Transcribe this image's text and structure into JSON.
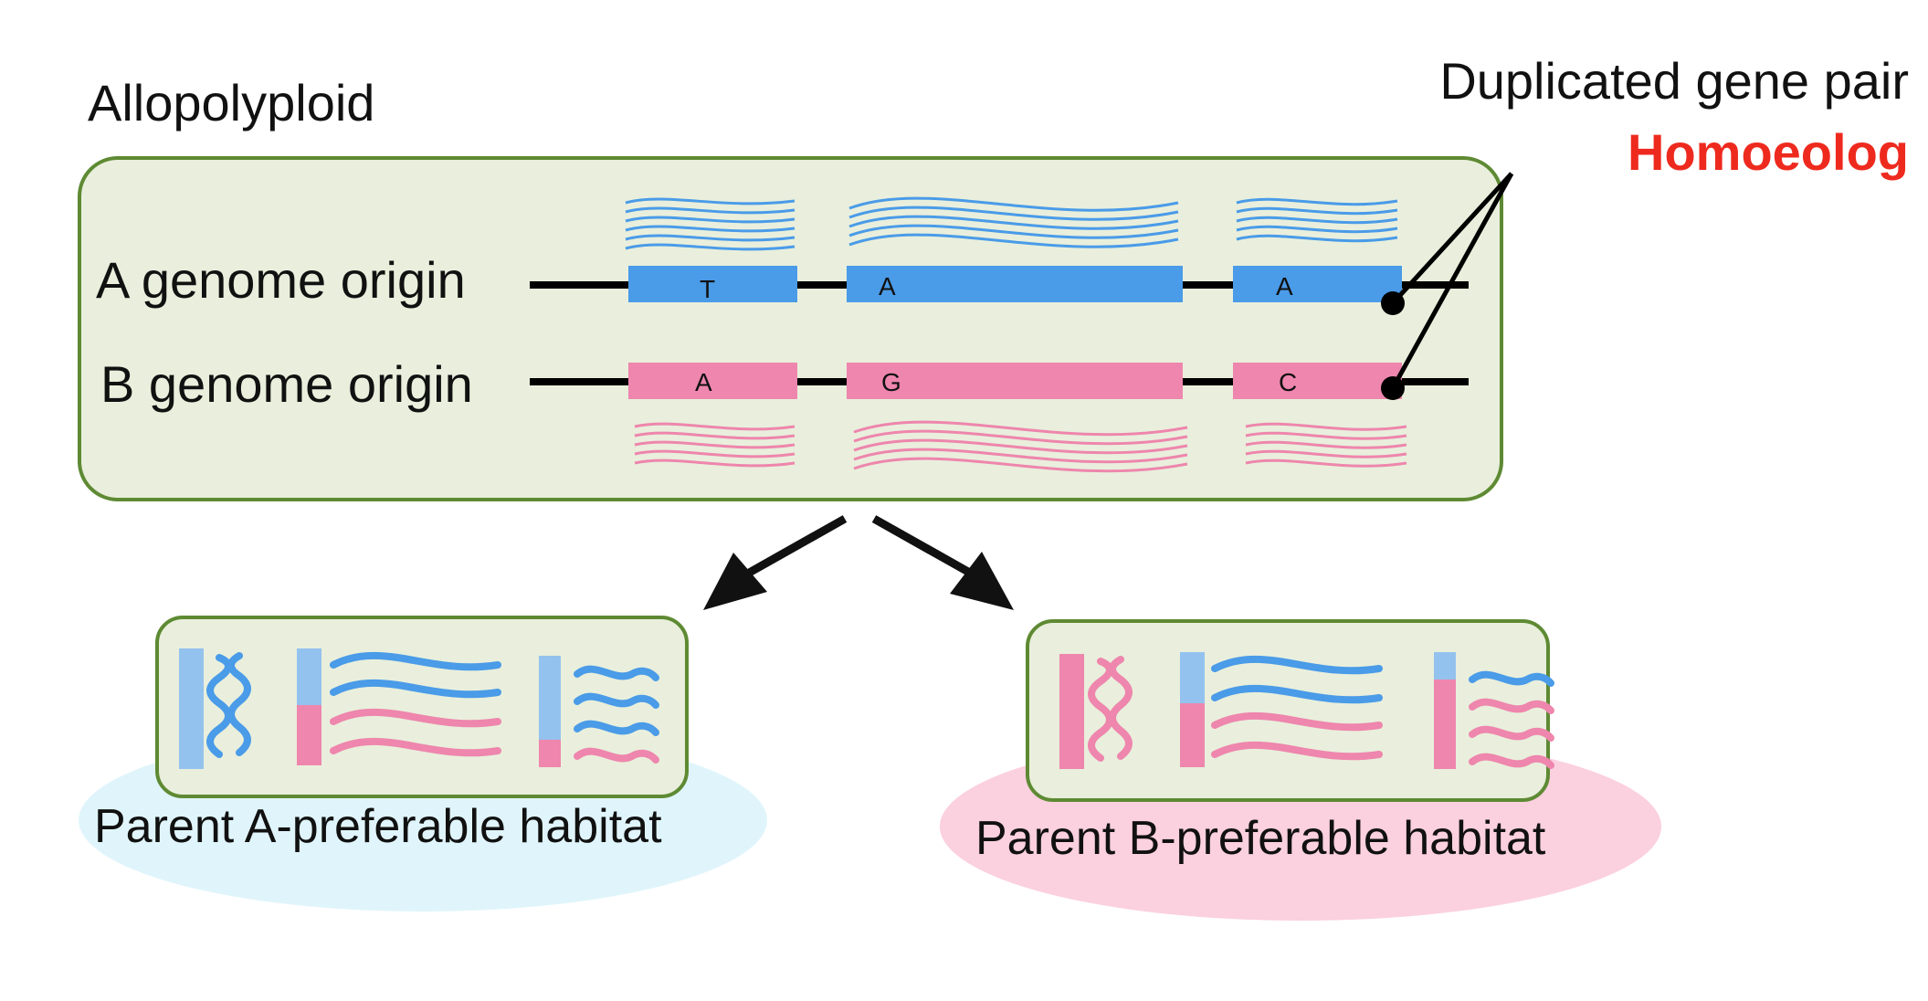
{
  "title": "Allopolyploid",
  "duplicated_label": "Duplicated gene pair",
  "homoeolog_label": "Homoeolog",
  "rows": {
    "a": {
      "label": "A genome origin",
      "bases": [
        "T",
        "A",
        "A"
      ]
    },
    "b": {
      "label": "B genome origin",
      "bases": [
        "A",
        "G",
        "C"
      ]
    }
  },
  "habitats": {
    "a": {
      "label": "Parent A-preferable habitat"
    },
    "b": {
      "label": "Parent B-preferable habitat"
    }
  },
  "colors": {
    "blue": "#4a9be8",
    "light_blue": "#94c2ee",
    "pink": "#ee86ad",
    "red_label": "#ee2a1f",
    "green_border": "#5e8a33",
    "panel_fill": "#e9efdc",
    "ellipse_blue": "#e0f5fb",
    "ellipse_pink": "#fbd0df"
  },
  "icons": [
    "wavy-mrna-icon",
    "arrow-icon",
    "gene-pair-connector-icon"
  ]
}
